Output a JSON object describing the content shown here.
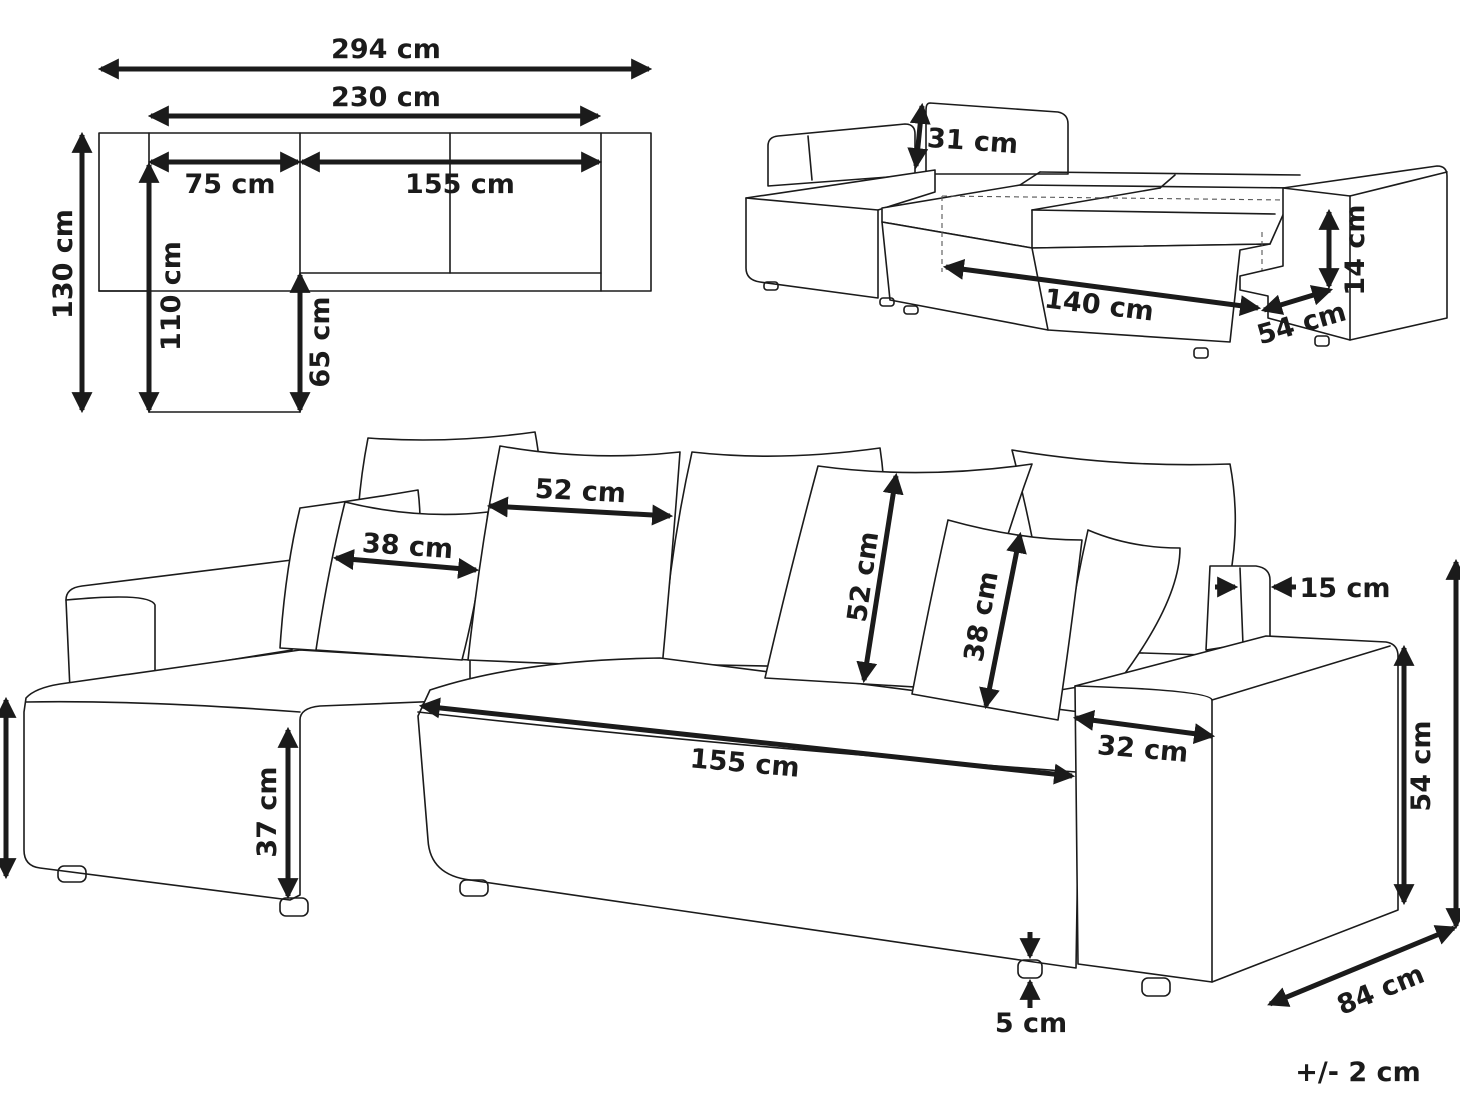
{
  "top_view": {
    "overall_width": "294 cm",
    "inner_width": "230 cm",
    "chaise_width": "75 cm",
    "sofa_width": "155 cm",
    "overall_depth": "130 cm",
    "chaise_length": "110 cm",
    "chaise_extension": "65 cm"
  },
  "bed_view": {
    "backrest_height": "31 cm",
    "bed_length": "140 cm",
    "drawer_depth": "54 cm",
    "drawer_height": "14 cm"
  },
  "main_view": {
    "cushion_large_width": "52 cm",
    "cushion_small_width": "38 cm",
    "cushion_large_height": "52 cm",
    "cushion_small_height": "38 cm",
    "backrest_thickness": "15 cm",
    "seat_width": "155 cm",
    "armrest_width": "32 cm",
    "seat_height": "37 cm",
    "arm_height": "54 cm",
    "depth": "84 cm",
    "leg_height": "5 cm"
  },
  "tolerance": "+/- 2 cm",
  "colors": {
    "line": "#1b1b1b",
    "background": "#ffffff"
  }
}
